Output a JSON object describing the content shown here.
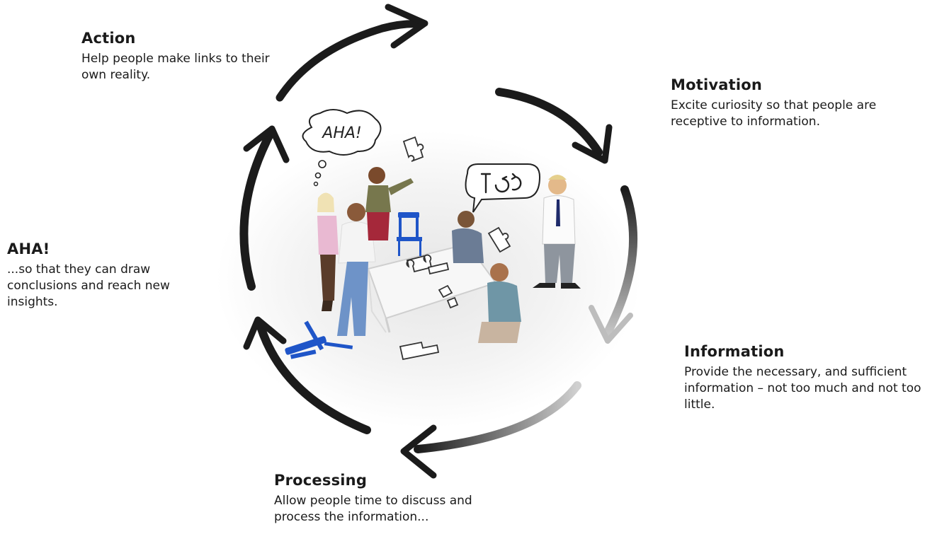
{
  "steps": {
    "action": {
      "title": "Action",
      "text": "Help people make links to their own reality."
    },
    "motivation": {
      "title": "Motivation",
      "text": "Excite curiosity so that people are receptive to information."
    },
    "aha": {
      "title": "AHA!",
      "text": "...so that they can draw conclusions and reach new insights."
    },
    "information": {
      "title": "Information",
      "text": "Provide the necessary, and sufficient information – not too much and not too little."
    },
    "processing": {
      "title": "Processing",
      "text": "Allow people time to discuss and process the information..."
    }
  },
  "illustration": {
    "thought_bubble": "AHA!",
    "speech_bubble_icon": "rotate-arrows-icon"
  },
  "colors": {
    "arrow": "#1b1b1b",
    "chair": "#1f55c8",
    "text": "#1a1a1a"
  }
}
